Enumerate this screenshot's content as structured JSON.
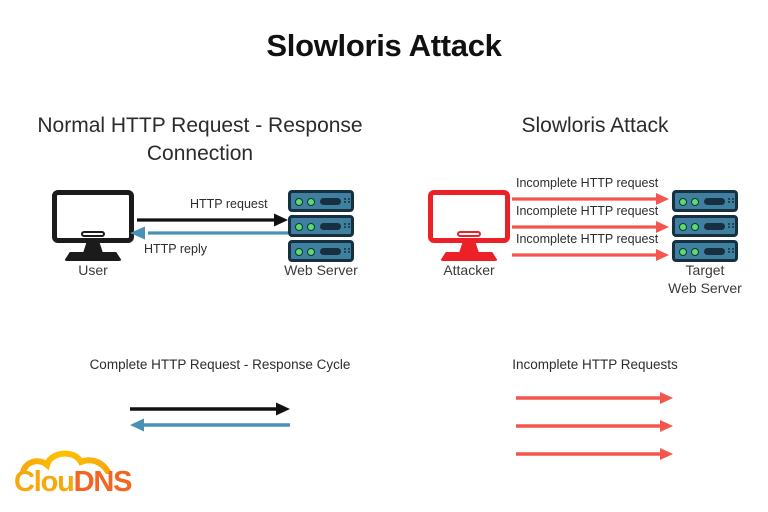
{
  "title": "Slowloris Attack",
  "sections": {
    "left": {
      "heading": "Normal HTTP Request - Response Connection",
      "client_label": "User",
      "server_label": "Web Server",
      "arrows": [
        {
          "label": "HTTP request",
          "color": "#111111",
          "direction": "right"
        },
        {
          "label": "HTTP reply",
          "color": "#4a90b8",
          "direction": "left"
        }
      ]
    },
    "right": {
      "heading": "Slowloris Attack",
      "client_label": "Attacker",
      "server_label_line1": "Target",
      "server_label_line2": "Web Server",
      "arrows": [
        {
          "label": "Incomplete HTTP request",
          "color": "#f4564f",
          "direction": "right"
        },
        {
          "label": "Incomplete HTTP request",
          "color": "#f4564f",
          "direction": "right"
        },
        {
          "label": "Incomplete HTTP request",
          "color": "#f4564f",
          "direction": "right"
        }
      ]
    }
  },
  "bottom": {
    "left": {
      "caption": "Complete HTTP Request - Response Cycle",
      "arrows": [
        {
          "color": "#111111",
          "direction": "right"
        },
        {
          "color": "#4a90b8",
          "direction": "left"
        }
      ]
    },
    "right": {
      "caption": "Incomplete HTTP Requests",
      "arrows": [
        {
          "color": "#f4564f",
          "direction": "right"
        },
        {
          "color": "#f4564f",
          "direction": "right"
        },
        {
          "color": "#f4564f",
          "direction": "right"
        }
      ]
    }
  },
  "logo": {
    "text_part1": "Clou",
    "text_part2": "DNS",
    "color_primary": "#f7a80d",
    "color_secondary": "#f26522"
  },
  "colors": {
    "attacker_red": "#ec2127",
    "arrow_red": "#f4564f",
    "arrow_blue": "#4a90b8",
    "arrow_black": "#111111",
    "server_body": "#3f7fa0",
    "server_outline": "#16303f",
    "server_led": "#56e06a",
    "background": "#ffffff"
  }
}
